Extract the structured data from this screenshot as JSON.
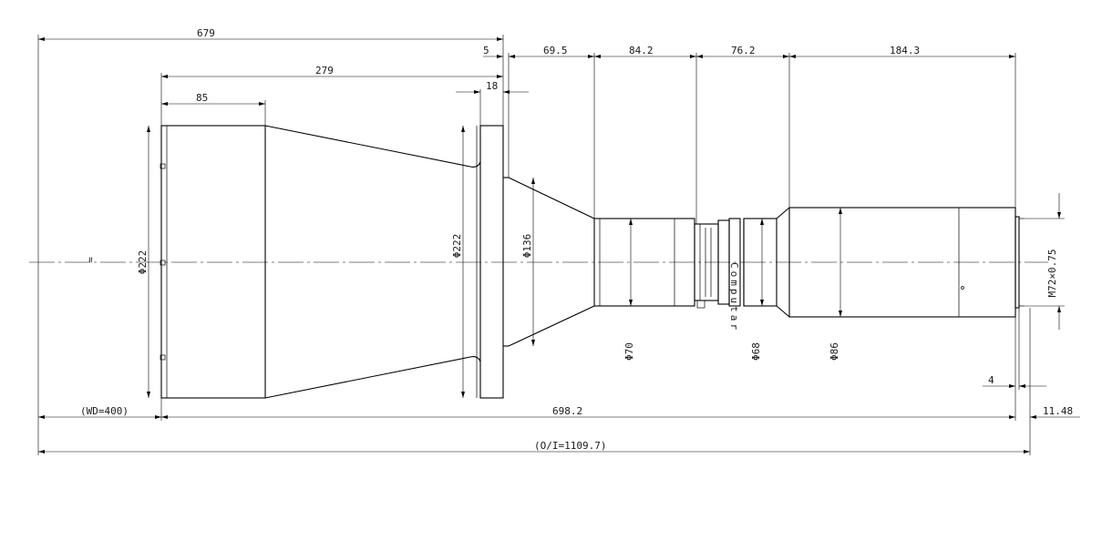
{
  "dimensions": {
    "overall_679": "679",
    "housing_279": "279",
    "front_85": "85",
    "flange_gap_5": "5",
    "flange_18": "18",
    "seg_69_5": "69.5",
    "seg_84_2": "84.2",
    "seg_76_2": "76.2",
    "seg_184_3": "184.3",
    "wd": "(WD=400)",
    "length_698_2": "698.2",
    "back_11_48": "11.48",
    "oi": "(O/I=1109.7)",
    "thread_4": "4"
  },
  "diameters": {
    "front_222": "Φ222",
    "flange_222": "Φ222",
    "cone_136": "Φ136",
    "tube_70": "Φ70",
    "tube_68": "Φ68",
    "tube_86": "Φ86",
    "thread_m72": "M72×0.75"
  },
  "engraving": {
    "ring_text": "Computar"
  },
  "break_symbol": "≈"
}
